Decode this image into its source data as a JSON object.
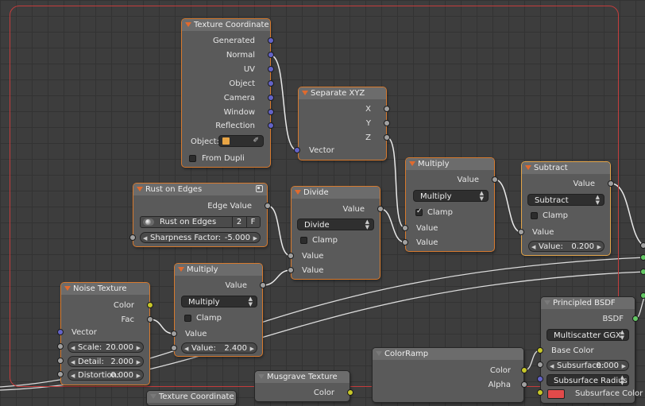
{
  "nodes": {
    "texcoord": {
      "title": "Texture Coordinate",
      "outputs": [
        "Generated",
        "Normal",
        "UV",
        "Object",
        "Camera",
        "Window",
        "Reflection"
      ],
      "object_label": "Object:",
      "from_dupli": "From Dupli"
    },
    "separate": {
      "title": "Separate XYZ",
      "outputs": [
        "X",
        "Y",
        "Z"
      ],
      "input": "Vector"
    },
    "multiply1": {
      "title": "Multiply",
      "output": "Value",
      "operation": "Multiply",
      "clamp": "Clamp",
      "inputs": [
        "Value",
        "Value"
      ]
    },
    "subtract": {
      "title": "Subtract",
      "output": "Value",
      "operation": "Subtract",
      "clamp": "Clamp",
      "input": "Value",
      "value_label": "Value:",
      "value": "0.200"
    },
    "rust": {
      "title": "Rust on Edges",
      "output": "Edge Value",
      "texture_name": "Rust on Edges",
      "users": "2",
      "fake": "F",
      "sharpness_label": "Sharpness Factor:",
      "sharpness_value": "-5.000"
    },
    "divide": {
      "title": "Divide",
      "output": "Value",
      "operation": "Divide",
      "clamp": "Clamp",
      "inputs": [
        "Value",
        "Value"
      ]
    },
    "multiply2": {
      "title": "Multiply",
      "output": "Value",
      "operation": "Multiply",
      "clamp": "Clamp",
      "input": "Value",
      "value_label": "Value:",
      "value": "2.400"
    },
    "noise": {
      "title": "Noise Texture",
      "outputs": [
        "Color",
        "Fac"
      ],
      "input": "Vector",
      "scale_label": "Scale:",
      "scale": "20.000",
      "detail_label": "Detail:",
      "detail": "2.000",
      "distortion_label": "Distortion:",
      "distortion": "0.000"
    },
    "musgrave": {
      "title": "Musgrave Texture",
      "output": "Color"
    },
    "texcoord2": {
      "title": "Texture Coordinate"
    },
    "colorramp": {
      "title": "ColorRamp",
      "outputs": [
        "Color",
        "Alpha"
      ]
    },
    "principled": {
      "title": "Principled BSDF",
      "output": "BSDF",
      "distribution": "Multiscatter GGX",
      "base_color": "Base Color",
      "subsurface_label": "Subsurface:",
      "subsurface": "0.000",
      "subsurface_method": "Subsurface Radius",
      "subsurface_color": "Subsurface Color"
    }
  },
  "colors": {
    "frame": "#c43c3c",
    "selected_outline": "#d77a2e",
    "socket_grey": "#a1a1a1",
    "socket_blue": "#6363c7",
    "socket_yellow": "#c7c729",
    "socket_green": "#63c763",
    "subsurface_swatch": "#e24a4a"
  }
}
